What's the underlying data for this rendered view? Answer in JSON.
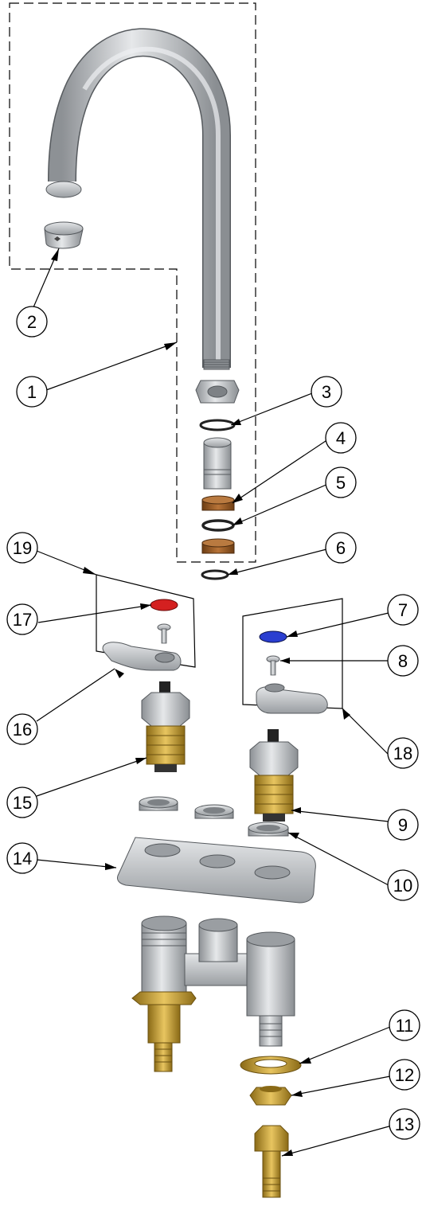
{
  "callouts": [
    {
      "id": "c1",
      "label": "1"
    },
    {
      "id": "c2",
      "label": "2"
    },
    {
      "id": "c3",
      "label": "3"
    },
    {
      "id": "c4",
      "label": "4"
    },
    {
      "id": "c5",
      "label": "5"
    },
    {
      "id": "c6",
      "label": "6"
    },
    {
      "id": "c7",
      "label": "7"
    },
    {
      "id": "c8",
      "label": "8"
    },
    {
      "id": "c9",
      "label": "9"
    },
    {
      "id": "c10",
      "label": "10"
    },
    {
      "id": "c11",
      "label": "11"
    },
    {
      "id": "c12",
      "label": "12"
    },
    {
      "id": "c13",
      "label": "13"
    },
    {
      "id": "c14",
      "label": "14"
    },
    {
      "id": "c15",
      "label": "15"
    },
    {
      "id": "c16",
      "label": "16"
    },
    {
      "id": "c17",
      "label": "17"
    },
    {
      "id": "c18",
      "label": "18"
    },
    {
      "id": "c19",
      "label": "19"
    }
  ],
  "colors": {
    "metal": "#b9bcbf",
    "metal_dark": "#7d8185",
    "brass": "#c9a030",
    "brass_dark": "#8a6a16",
    "copper": "#a0622a",
    "red_index": "#d42020",
    "blue_index": "#2a3ed0",
    "line": "#000000"
  }
}
